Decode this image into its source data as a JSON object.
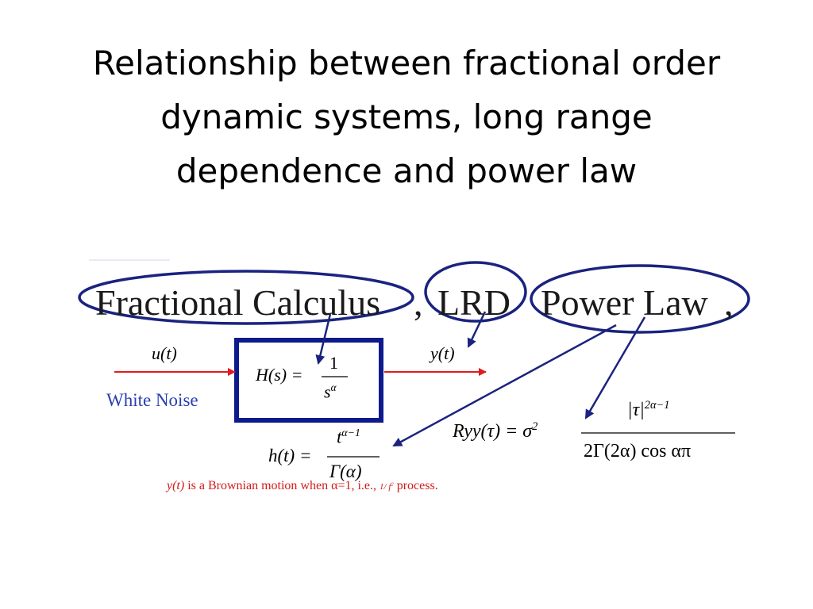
{
  "slide": {
    "title_lines": [
      "Relationship between fractional order",
      "dynamic systems, long range",
      "dependence and power law"
    ]
  },
  "diagram": {
    "headings": {
      "fractional_calculus": "Fractional Calculus",
      "lrd": "LRD",
      "power_law": "Power Law",
      "comma": ","
    },
    "input_signal": "u(t)",
    "output_signal": "y(t)",
    "input_name": "White Noise",
    "transfer_function": {
      "lhs": "H(s) =",
      "numerator": "1",
      "denominator_base": "s",
      "denominator_exp": "α"
    },
    "impulse_response": {
      "lhs": "h(t) =",
      "numerator_base": "t",
      "numerator_exp": "α−1",
      "denominator": "Γ(α)"
    },
    "autocorrelation": {
      "lhs": "Ryy(τ) = σ",
      "lhs_exp": "2",
      "numerator": "|τ|",
      "numerator_exp": "2α−1",
      "denominator": "2Γ(2α) cos απ"
    },
    "caption": {
      "signal": "y(t)",
      "text_a": " is a Brownian motion when α=1, i.e., ",
      "process": "1/ f",
      "process_exp": "2",
      "text_b": "   process."
    },
    "colors": {
      "ellipse": "#1a237e",
      "arrow_signal": "#e01b1b",
      "arrow_pointer": "#1a237e",
      "box": "#0d1a8c",
      "caption": "#d11a1a",
      "white_noise": "#2a3fb0"
    }
  }
}
